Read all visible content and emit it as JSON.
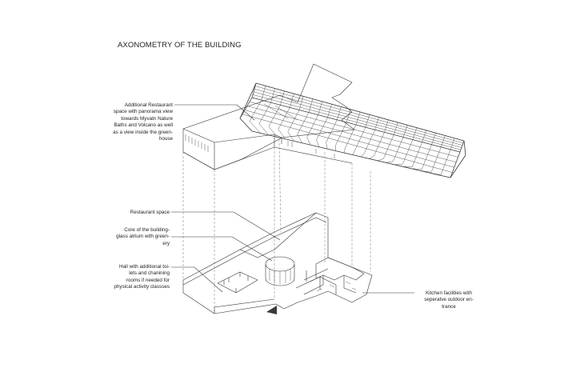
{
  "title": "AXONOMETRY OF THE BUILDING",
  "annotations": {
    "additional_restaurant": [
      "Additional Restaurant",
      "space with panorama view",
      "towards Myvatn Nature",
      "Baths and Volcano as well",
      "as a view inside the green-",
      "house"
    ],
    "restaurant_space": [
      "Restaurant space"
    ],
    "core": [
      "Core of the building-",
      "glass atrium with green-",
      "ery"
    ],
    "hall": [
      "Hall with additional toi-",
      "lets and chanining",
      "rooms if needed for",
      "physical activity classses"
    ],
    "kitchen": [
      "Kitchen facilities with",
      "seperatve outdoor en-",
      "trance"
    ]
  },
  "colors": {
    "line": "#333333",
    "dash": "#777777",
    "marker": "#3a3a3a",
    "text": "#222222"
  }
}
